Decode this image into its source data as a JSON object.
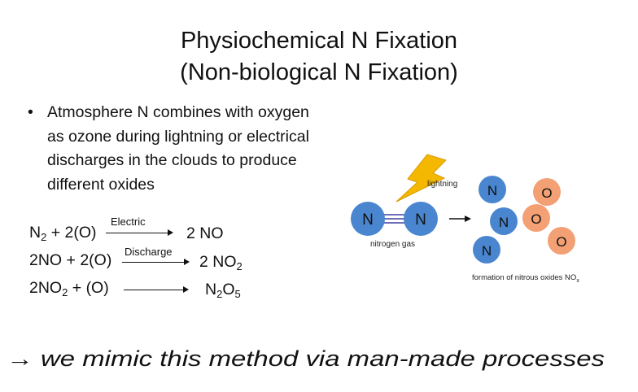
{
  "slide": {
    "title_line1": "Physiochemical N Fixation",
    "title_line2": "(Non-biological N Fixation)",
    "bullet_marker": "•",
    "bullet_text": "Atmosphere N combines with oxygen as ozone during lightning or electrical discharges in the clouds to produce different oxides"
  },
  "equations": {
    "eq1": {
      "n": "N",
      "sub": "2",
      "rest": " + 2(O)",
      "label": "Electric",
      "product": "2 NO"
    },
    "eq2": {
      "lhs": "2NO + 2(O)",
      "label": "Discharge",
      "product": "2 NO",
      "product_sub": "2"
    },
    "eq3": {
      "lhs_a": "2NO",
      "lhs_sub": "2",
      "lhs_b": " + (O)",
      "p1": "N",
      "p1_sub": "2",
      "p2": "O",
      "p2_sub": "5"
    }
  },
  "diagram": {
    "lightning_label": "lightning",
    "nitrogen_gas_label": "nitrogen gas",
    "n_letter": "N",
    "o_letter": "O",
    "formation_label": "formation of nitrous oxides NO",
    "formation_sub": "x",
    "colors": {
      "n_atom": "#4a86cf",
      "o_atom": "#f2a074",
      "bolt": "#f5b800"
    }
  },
  "handwriting": "→ we mimic this method via man-made processes"
}
